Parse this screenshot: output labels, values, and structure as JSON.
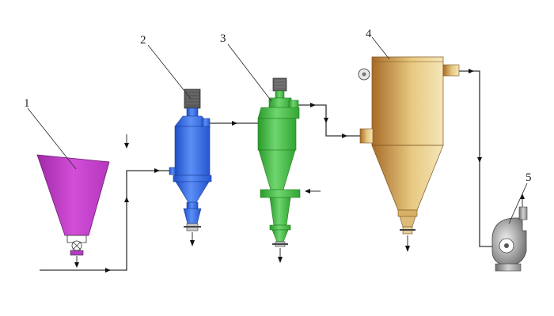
{
  "labels": {
    "hopper": "1",
    "cyclone_blue": "2",
    "cyclone_green": "3",
    "bag_filter": "4",
    "fan": "5"
  },
  "colors": {
    "hopper": "#c03cc8",
    "cyclone_blue": "#2f66e0",
    "cyclone_green": "#3fb33f",
    "bag_filter": "#c8963c",
    "fan": "#9a9a9a",
    "motor": "#5a5a5a",
    "line": "#333333"
  }
}
